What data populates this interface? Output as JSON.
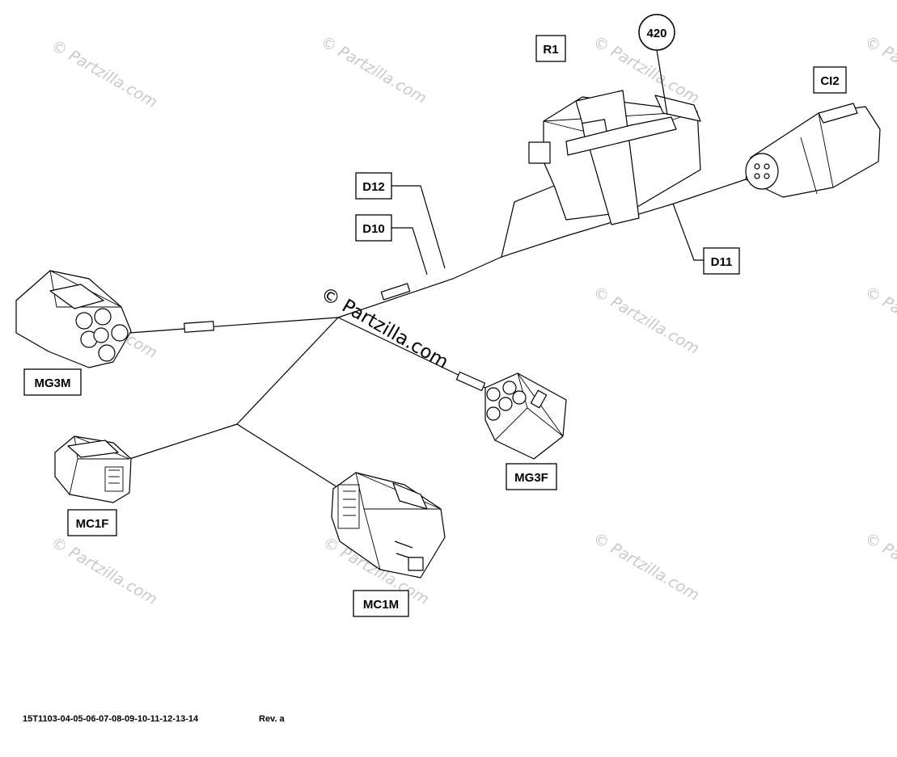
{
  "diagram": {
    "labels": {
      "r1": "R1",
      "callout_420": "420",
      "ci2": "CI2",
      "d12": "D12",
      "d10": "D10",
      "d11": "D11",
      "mg3m": "MG3M",
      "mg3f": "MG3F",
      "mc1f": "MC1F",
      "mc1m": "MC1M"
    },
    "watermark": {
      "center": "© Partzilla.com",
      "repeat": "© Partzilla.com"
    },
    "footer": {
      "drawing_number": "15T1103-04-05-06-07-08-09-10-11-12-13-14",
      "revision": "Rev. a"
    }
  }
}
